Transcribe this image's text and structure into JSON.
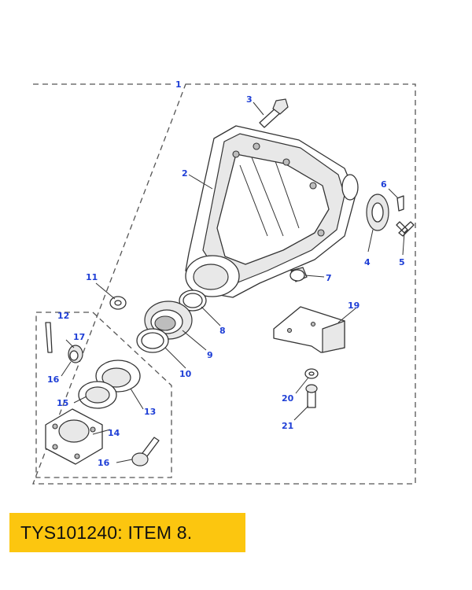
{
  "caption": {
    "text": "TYS101240: ITEM 8."
  },
  "callouts": [
    "1",
    "2",
    "3",
    "4",
    "5",
    "6",
    "7",
    "8",
    "9",
    "10",
    "11",
    "12",
    "13",
    "14",
    "15",
    "16",
    "16",
    "17",
    "19",
    "20",
    "21"
  ],
  "colors": {
    "callout": "#1f3fd6",
    "caption_bg": "#fcc60f",
    "line": "#333333"
  }
}
